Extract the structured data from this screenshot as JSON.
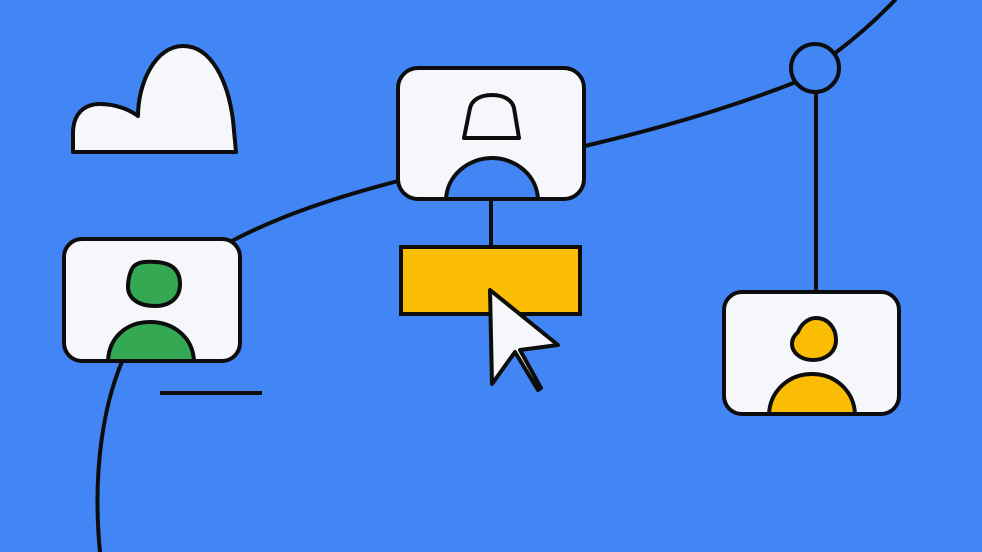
{
  "illustration": {
    "colors": {
      "background": "#4285f4",
      "card": "#f5f7fa",
      "outline": "#0d0d0d",
      "green": "#34a853",
      "yellow": "#fbbc04"
    },
    "icons": [
      "cloud-icon",
      "user-avatar-icon",
      "user-outline-icon",
      "cursor-arrow-icon",
      "node-circle-icon"
    ],
    "people_cards": [
      {
        "name": "green-user-card",
        "avatar_color": "green"
      },
      {
        "name": "outline-user-card",
        "avatar_color": "none"
      },
      {
        "name": "yellow-user-card",
        "avatar_color": "yellow"
      }
    ]
  }
}
